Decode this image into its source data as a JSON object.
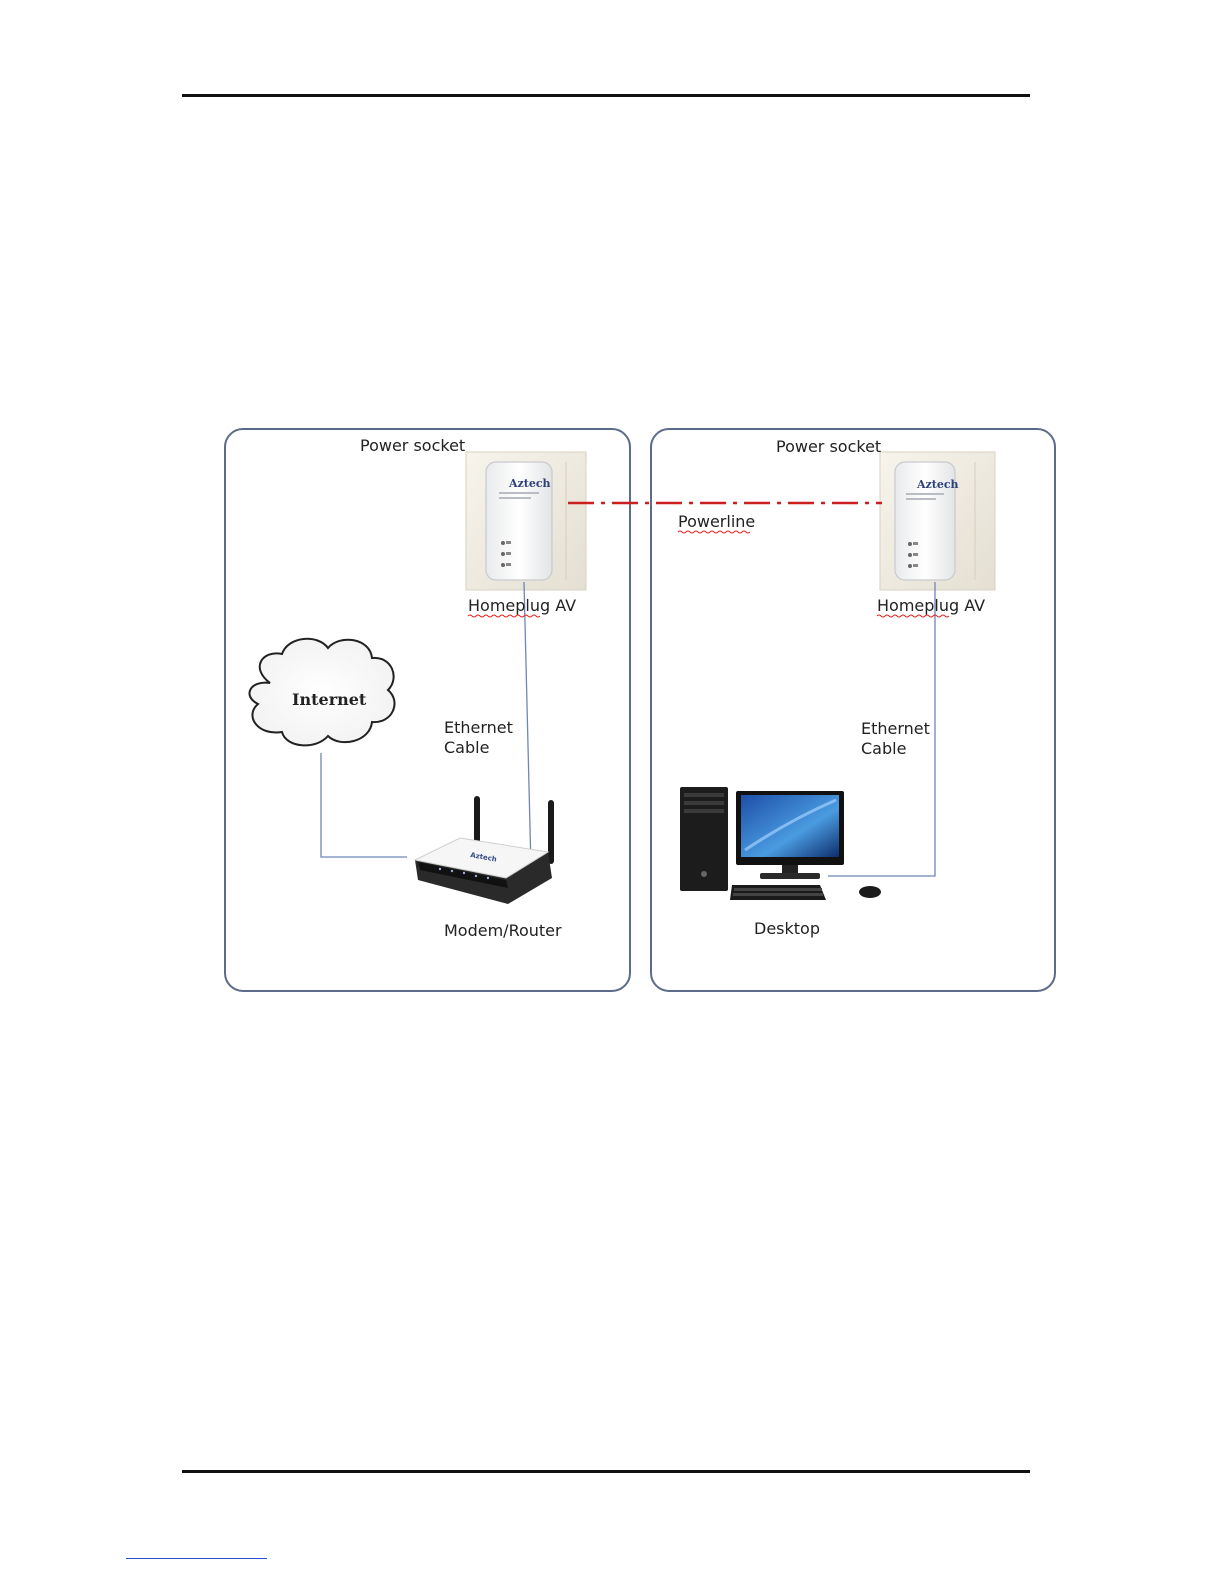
{
  "diagram": {
    "left_panel": {
      "power_socket_label": "Power socket",
      "adapter_label": "Homeplug AV",
      "cloud_label": "Internet",
      "cable_label_line1": "Ethernet",
      "cable_label_line2": "Cable",
      "router_label": "Modem/Router"
    },
    "right_panel": {
      "power_socket_label": "Power socket",
      "adapter_label": "Homeplug AV",
      "cable_label_line1": "Ethernet",
      "cable_label_line2": "Cable",
      "desktop_label": "Desktop"
    },
    "link_label": "Powerline",
    "adapter_brand": "Aztech",
    "router_brand": "Aztech",
    "colors": {
      "panel_border": "#5c6b8a",
      "powerline": "#cc1f1f",
      "cable": "#6f86b8"
    }
  }
}
